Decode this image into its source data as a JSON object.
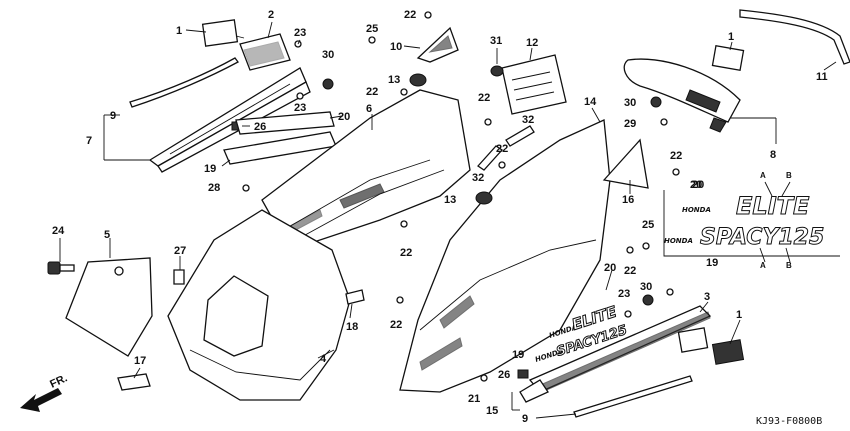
{
  "diagram_code": "KJ93-F0800B",
  "direction_label": "FR.",
  "emblem_honda": "HONDA",
  "emblem_elite": "ELITE",
  "emblem_spacy": "SPACY125",
  "variant_a": "A",
  "variant_b": "B",
  "callouts": [
    "1",
    "2",
    "23",
    "25",
    "22",
    "10",
    "31",
    "12",
    "1",
    "11",
    "30",
    "13",
    "9",
    "7",
    "23",
    "22",
    "20",
    "26",
    "6",
    "32",
    "22",
    "14",
    "30",
    "29",
    "8",
    "19",
    "28",
    "22",
    "20",
    "32",
    "13",
    "22",
    "16",
    "20",
    "24",
    "5",
    "27",
    "22",
    "25",
    "19",
    "22",
    "18",
    "20",
    "23",
    "30",
    "3",
    "1",
    "4",
    "19",
    "26",
    "21",
    "17",
    "15",
    "9"
  ]
}
